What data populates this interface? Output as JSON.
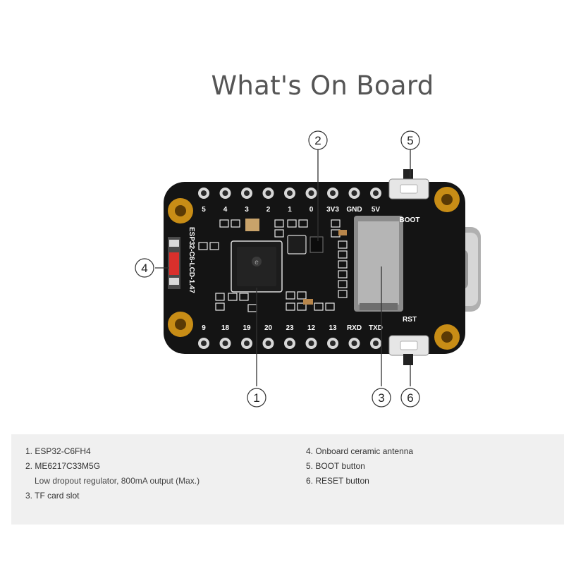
{
  "title": "What's On Board",
  "board": {
    "silkscreen_name": "ESP32-C6-LCD-1.47",
    "top_pins": [
      "5",
      "4",
      "3",
      "2",
      "1",
      "0",
      "3V3",
      "GND",
      "5V"
    ],
    "bottom_pins": [
      "9",
      "18",
      "19",
      "20",
      "23",
      "12",
      "13",
      "RXD",
      "TXD"
    ],
    "boot_label": "BOOT",
    "rst_label": "RST",
    "chip_logo": "e",
    "colors": {
      "pcb": "#141414",
      "gold": "#d4a017",
      "chip": "#1c1c1c",
      "tf_slot": "#a9a9a9",
      "usb": "#c8c8c8",
      "antenna": "#d9302c"
    }
  },
  "callouts": [
    {
      "id": "1",
      "label": "1"
    },
    {
      "id": "2",
      "label": "2"
    },
    {
      "id": "3",
      "label": "3"
    },
    {
      "id": "4",
      "label": "4"
    },
    {
      "id": "5",
      "label": "5"
    },
    {
      "id": "6",
      "label": "6"
    }
  ],
  "legend": {
    "items": [
      {
        "text": "1. ESP32-C6FH4"
      },
      {
        "text": "2. ME6217C33M5G"
      },
      {
        "text": "Low dropout regulator, 800mA output (Max.)"
      },
      {
        "text": "3. TF card slot"
      },
      {
        "text": "4. Onboard ceramic antenna"
      },
      {
        "text": "5. BOOT button"
      },
      {
        "text": "6. RESET button"
      }
    ]
  }
}
